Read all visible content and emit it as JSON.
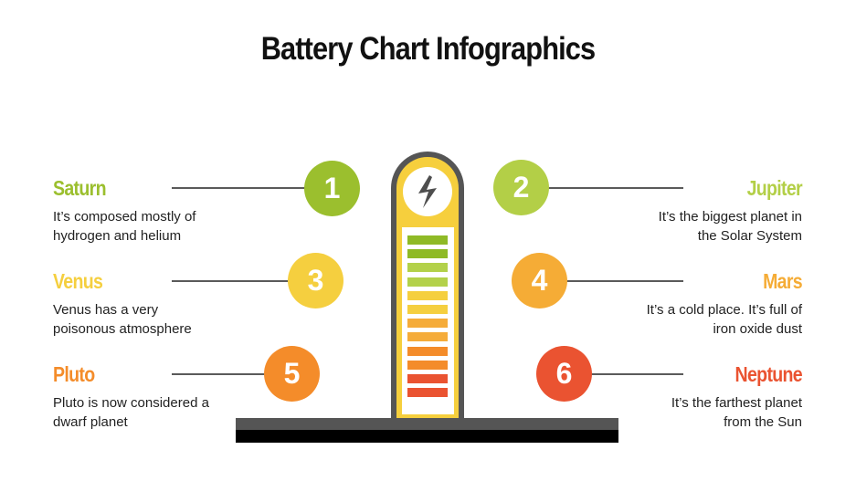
{
  "title": "Battery Chart Infographics",
  "colors": {
    "green_dark": "#9bbf2e",
    "green_light": "#b3cf47",
    "yellow": "#f5cf3f",
    "light_orange": "#f5ac36",
    "orange": "#f48c2a",
    "red": "#ea5331",
    "outline": "#555555",
    "battery_fill": "#f6cf3d"
  },
  "items": [
    {
      "number": "1",
      "name": "Saturn",
      "description_line1": "It’s composed mostly of",
      "description_line2": "hydrogen and helium",
      "color": "#9bbf2e",
      "side": "left"
    },
    {
      "number": "2",
      "name": "Jupiter",
      "description_line1": "It’s the biggest planet in",
      "description_line2": "the Solar System",
      "color": "#b3cf47",
      "side": "right"
    },
    {
      "number": "3",
      "name": "Venus",
      "description_line1": "Venus has a very",
      "description_line2": "poisonous atmosphere",
      "color": "#f5cf3f",
      "side": "left"
    },
    {
      "number": "4",
      "name": "Mars",
      "description_line1": "It’s a cold place. It’s full of",
      "description_line2": "iron oxide dust",
      "color": "#f5ac36",
      "side": "right"
    },
    {
      "number": "5",
      "name": "Pluto",
      "description_line1": "Pluto is now considered a",
      "description_line2": "dwarf planet",
      "color": "#f48c2a",
      "side": "left"
    },
    {
      "number": "6",
      "name": "Neptune",
      "description_line1": "It’s the farthest planet",
      "description_line2": "from the Sun",
      "color": "#ea5331",
      "side": "right"
    }
  ],
  "battery": {
    "icon": "lightning-bolt-icon",
    "bar_colors": [
      "#8fba26",
      "#8fba26",
      "#b3d14a",
      "#b3d14a",
      "#f5cf3f",
      "#f5cf3f",
      "#f5ac3a",
      "#f5ac3a",
      "#f48c2a",
      "#f48c2a",
      "#ea5331",
      "#ea5331"
    ]
  }
}
